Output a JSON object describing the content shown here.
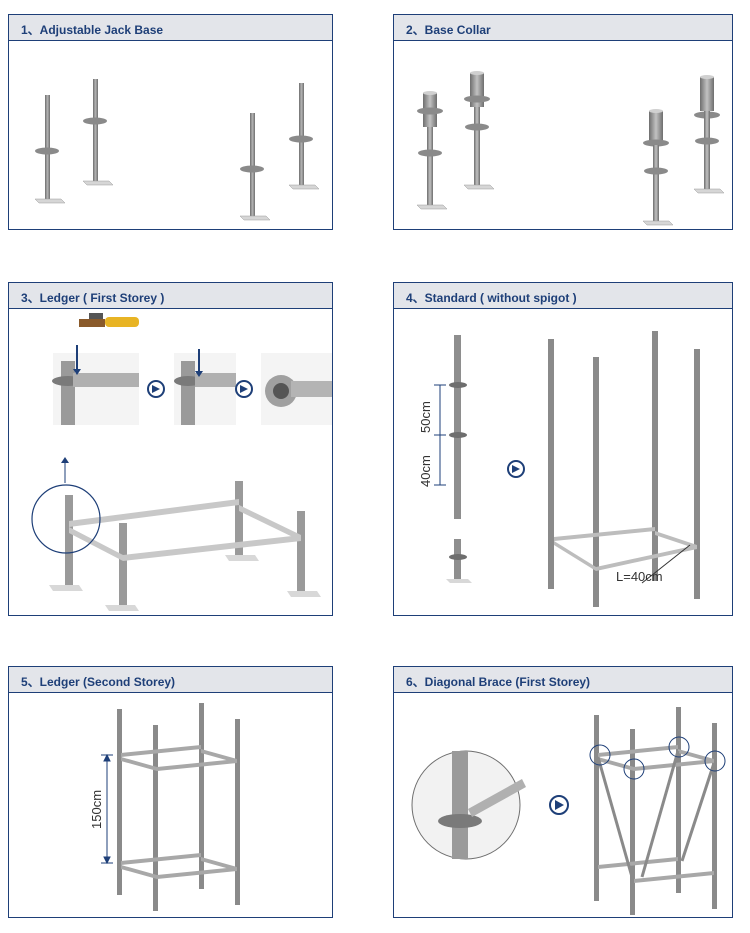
{
  "panels": [
    {
      "title": "1、Adjustable Jack Base"
    },
    {
      "title": "2、Base Collar"
    },
    {
      "title": "3、Ledger ( First Storey )"
    },
    {
      "title": "4、Standard ( without spigot )"
    },
    {
      "title": "5、Ledger  (Second Storey)"
    },
    {
      "title": "6、Diagonal Brace  (First Storey)"
    }
  ],
  "labels": {
    "dim_50": "50cm",
    "dim_40": "40cm",
    "dim_L": "L=40cm",
    "dim_150": "150cm"
  },
  "colors": {
    "border": "#1e3f78",
    "header_bg": "#e3e5ea",
    "title_text": "#1e3f78",
    "metal": "#8a8a8a",
    "arrow": "#1e3f78"
  },
  "icons": {
    "step_arrow": "circled-right-arrow-icon",
    "hammer": "hammer-icon"
  }
}
